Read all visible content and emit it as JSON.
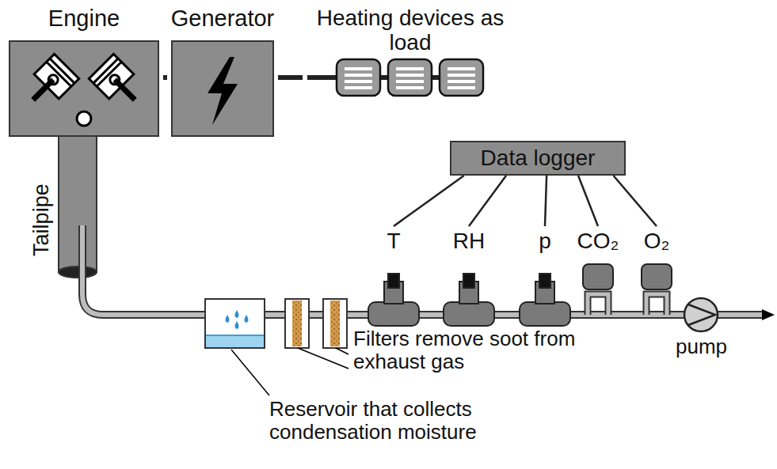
{
  "diagram": {
    "nodes": [
      {
        "text": [
          "Engine"
        ]
      },
      {
        "text": [
          "Generator"
        ]
      },
      {
        "text": [
          "Heating devices as load"
        ]
      },
      {
        "text": [
          "Data logger"
        ]
      },
      {
        "text": [
          "T"
        ]
      },
      {
        "text": [
          "RH"
        ]
      },
      {
        "text": [
          "p"
        ]
      },
      {
        "text": [
          "CO₂"
        ]
      },
      {
        "text": [
          "O₂"
        ]
      }
    ],
    "edges": [
      {
        "from": 0,
        "to": 1,
        "arrow": "none"
      },
      {
        "from": 1,
        "to": 2,
        "arrow": "none"
      },
      {
        "from": 3,
        "to": 4,
        "arrow": "none"
      },
      {
        "from": 3,
        "to": 5,
        "arrow": "none"
      },
      {
        "from": 3,
        "to": 6,
        "arrow": "none"
      },
      {
        "from": 3,
        "to": 7,
        "arrow": "none"
      },
      {
        "from": 3,
        "to": 8,
        "arrow": "none"
      }
    ],
    "labels": [
      "Tailpipe",
      "Filters remove soot from exhaust gas",
      "Reservoir that collects condensation moisture",
      "pump"
    ]
  }
}
